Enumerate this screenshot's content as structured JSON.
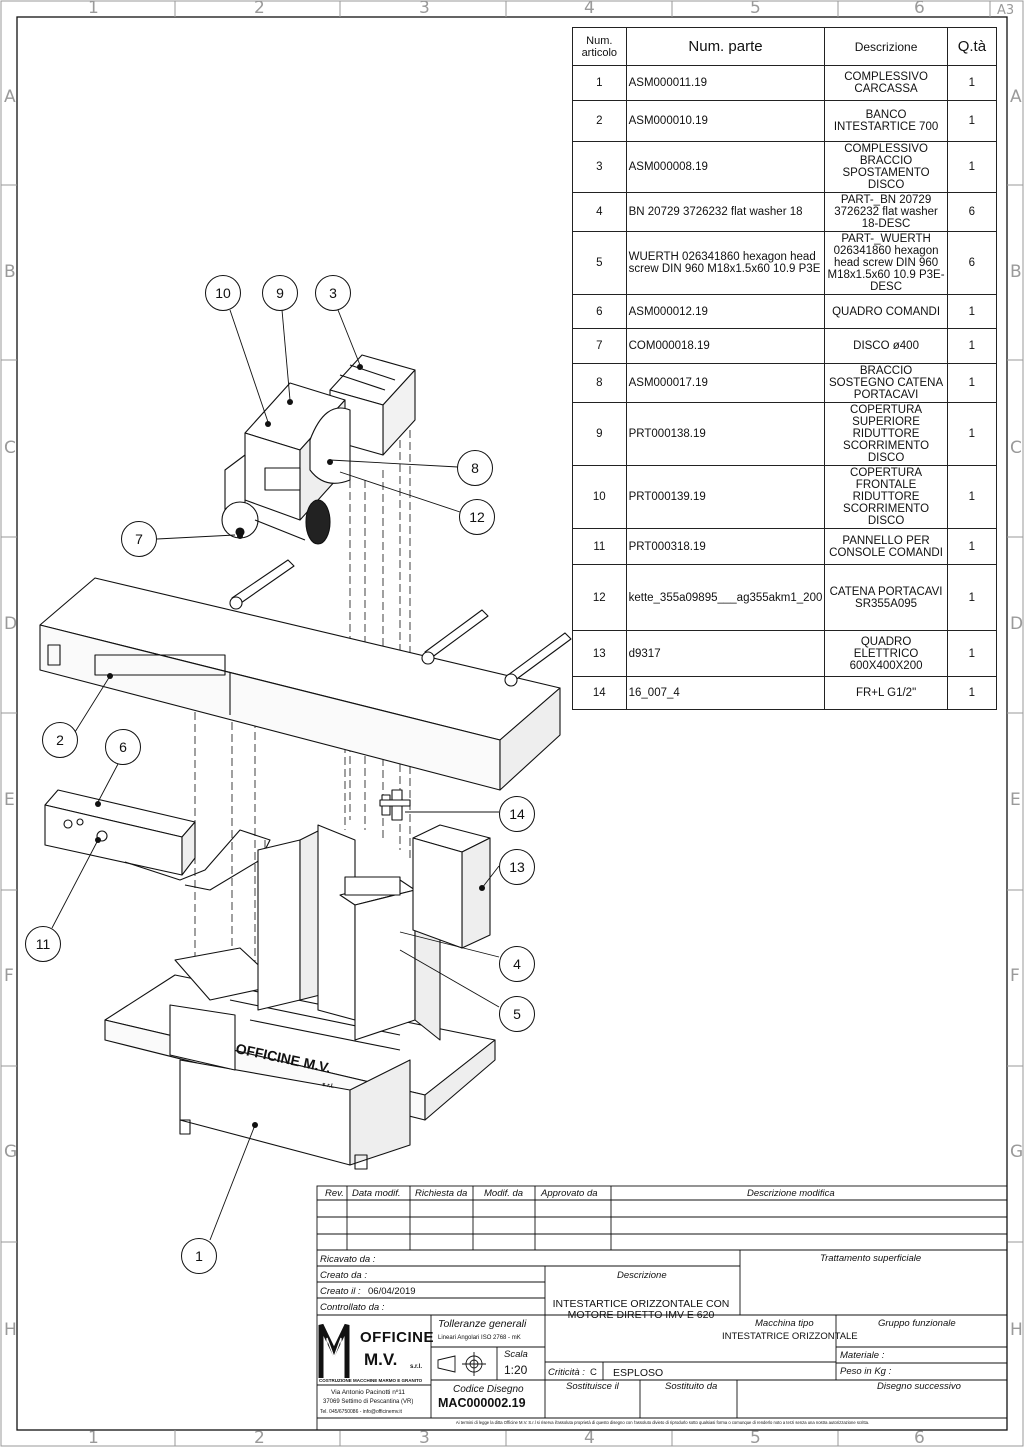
{
  "sheet": {
    "format": "A3",
    "col_marks": [
      "1",
      "2",
      "3",
      "4",
      "5",
      "6"
    ],
    "row_marks": [
      "A",
      "B",
      "C",
      "D",
      "E",
      "F",
      "G",
      "H"
    ]
  },
  "bom": {
    "headers": [
      "Num. articolo",
      "Num. parte",
      "Descrizione",
      "Q.tà"
    ],
    "rows": [
      {
        "n": "1",
        "part": "ASM000011.19",
        "desc": "COMPLESSIVO CARCASSA",
        "qty": "1"
      },
      {
        "n": "2",
        "part": "ASM000010.19",
        "desc": "BANCO INTESTARTICE 700",
        "qty": "1"
      },
      {
        "n": "3",
        "part": "ASM000008.19",
        "desc": "COMPLESSIVO BRACCIO SPOSTAMENTO DISCO",
        "qty": "1"
      },
      {
        "n": "4",
        "part": "BN 20729 3726232 flat washer 18",
        "desc": "PART-_BN 20729 3726232 flat washer 18-DESC",
        "qty": "6"
      },
      {
        "n": "5",
        "part": "WUERTH 026341860 hexagon head screw DIN 960 M18x1.5x60 10.9 P3E",
        "desc": "PART-_WUERTH 026341860 hexagon head screw DIN 960 M18x1.5x60 10.9 P3E-DESC",
        "qty": "6"
      },
      {
        "n": "6",
        "part": "ASM000012.19",
        "desc": "QUADRO COMANDI",
        "qty": "1"
      },
      {
        "n": "7",
        "part": "COM000018.19",
        "desc": "DISCO ø400",
        "qty": "1"
      },
      {
        "n": "8",
        "part": "ASM000017.19",
        "desc": "BRACCIO SOSTEGNO CATENA PORTACAVI",
        "qty": "1"
      },
      {
        "n": "9",
        "part": "PRT000138.19",
        "desc": "COPERTURA SUPERIORE RIDUTTORE SCORRIMENTO DISCO",
        "qty": "1"
      },
      {
        "n": "10",
        "part": "PRT000139.19",
        "desc": "COPERTURA FRONTALE RIDUTTORE SCORRIMENTO DISCO",
        "qty": "1"
      },
      {
        "n": "11",
        "part": "PRT000318.19",
        "desc": "PANNELLO PER CONSOLE COMANDI",
        "qty": "1"
      },
      {
        "n": "12",
        "part": "kette_355a09895___ag355akm1_200",
        "desc": "CATENA PORTACAVI SR355A095",
        "qty": "1"
      },
      {
        "n": "13",
        "part": "d9317",
        "desc": "QUADRO ELETTRICO 600X400X200",
        "qty": "1"
      },
      {
        "n": "14",
        "part": "16_007_4",
        "desc": "FR+L G1/2\"",
        "qty": "1"
      }
    ]
  },
  "callouts": [
    "1",
    "2",
    "3",
    "4",
    "5",
    "6",
    "7",
    "8",
    "9",
    "10",
    "11",
    "12",
    "13",
    "14"
  ],
  "machine_label": "OFFICINE M.V.",
  "machine_label_suffix": "s.r.l.",
  "title_block": {
    "rev_headers": {
      "rev": "Rev.",
      "data": "Data modif.",
      "richiesta": "Richiesta da",
      "modif": "Modif. da",
      "approvato": "Approvato da",
      "descr": "Descrizione modifica"
    },
    "ricavato": "Ricavato da :",
    "creato_da": "Creato da :",
    "creato_il_label": "Creato il :",
    "creato_il": "06/04/2019",
    "controllato": "Controllato da :",
    "descrizione_label": "Descrizione",
    "descrizione": "INTESTARTICE ORIZZONTALE CON MOTORE DIRETTO IMV E 620",
    "trattamento": "Trattamento superficiale",
    "tolleranze": "Tolleranze generali",
    "tolleranze_detail": "Lineari Angolari ISO 2768 -   mK",
    "scala_label": "Scala",
    "scala": "1:20",
    "criticita_label": "Criticità :",
    "criticita": "C",
    "esploso": "ESPLOSO",
    "macchina_label": "Macchina tipo",
    "macchina": "INTESTATRICE ORIZZONTALE",
    "gruppo": "Gruppo funzionale",
    "materiale": "Materiale :",
    "peso": "Peso in Kg :",
    "sostituisce": "Sostituisce il",
    "sostituito": "Sostituito da",
    "disegno_succ": "Disegno successivo",
    "codice_label": "Codice Disegno",
    "codice": "MAC000002.19",
    "company_name": "OFFICINE",
    "company_name2": "M.V.",
    "company_suffix": "s.r.l.",
    "company_tag": "COSTRUZIONE MACCHINE MARMO E GRANITO",
    "address1": "Via Antonio Pacinotti nº11",
    "address2": "37069 Settimo di Pescantina (VR)",
    "contacts": "Tel. 045/6750086 - info@officinemv.it",
    "disclaimer": "Ai termini di legge la ditta Officine M.V. S.r.l si riserva il'assoluta proprietà di questo disegno con l'assoluto divieto di riprodurlo sotto qualsiasi forma o comunque di renderlo noto a terzi senza una nostra autorizzazione scritta."
  }
}
